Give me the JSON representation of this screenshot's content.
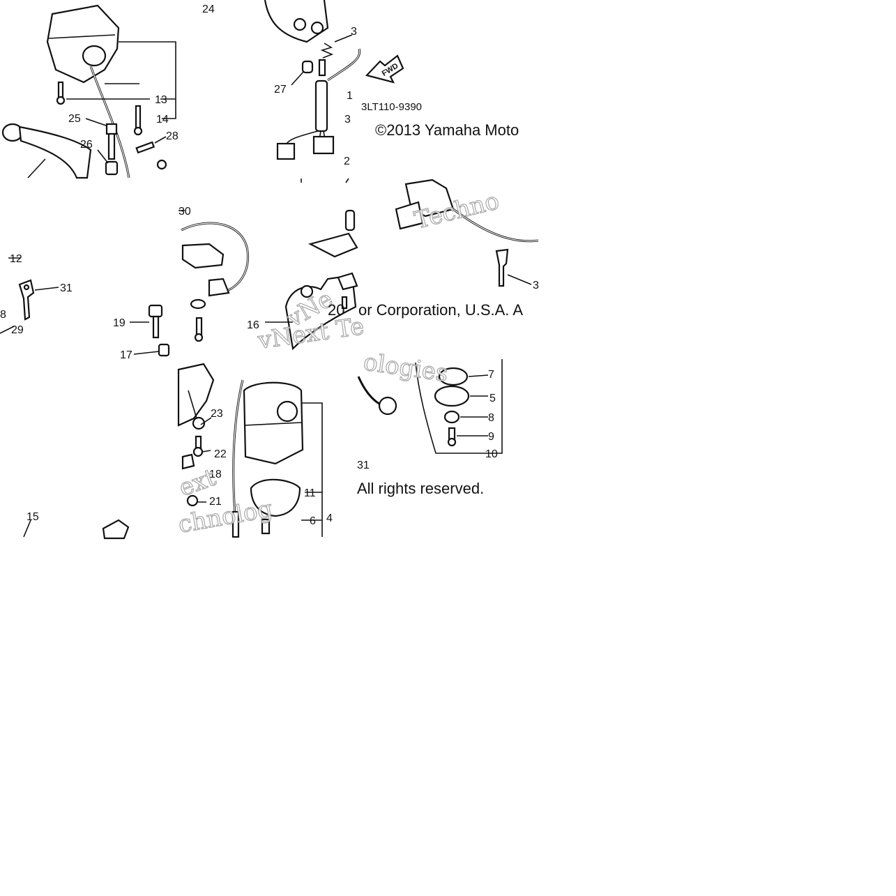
{
  "diagram": {
    "part_code": "3LT110-9390",
    "fwd_label": "FWD",
    "copyright": {
      "line1": "©2013 Yamaha Moto",
      "line2": "or Corporation, U.S.A. A",
      "line2_prefix": "20",
      "line3": "All rights reserved."
    },
    "watermark": {
      "fragment_a": "Techno",
      "fragment_b": "vNext Te",
      "fragment_c": "ologies",
      "fragment_d": "ext",
      "fragment_e": "chnolog",
      "fragment_f": "vNe"
    },
    "callouts": {
      "c24": "24",
      "c13": "13",
      "c14": "14",
      "c25": "25",
      "c26": "26",
      "c28": "28",
      "c27": "27",
      "c3a": "3",
      "c1": "1",
      "c3b": "3",
      "c2": "2",
      "c30": "30",
      "c12": "12",
      "c31a": "31",
      "c8a": "8",
      "c29": "29",
      "c19": "19",
      "c17": "17",
      "c16": "16",
      "c20": "20",
      "c3c": "3",
      "c7": "7",
      "c5": "5",
      "c8b": "8",
      "c9": "9",
      "c10": "10",
      "c31b": "31",
      "c23": "23",
      "c22": "22",
      "c18": "18",
      "c21": "21",
      "c11": "11",
      "c6": "6",
      "c4": "4",
      "c15": "15"
    }
  }
}
